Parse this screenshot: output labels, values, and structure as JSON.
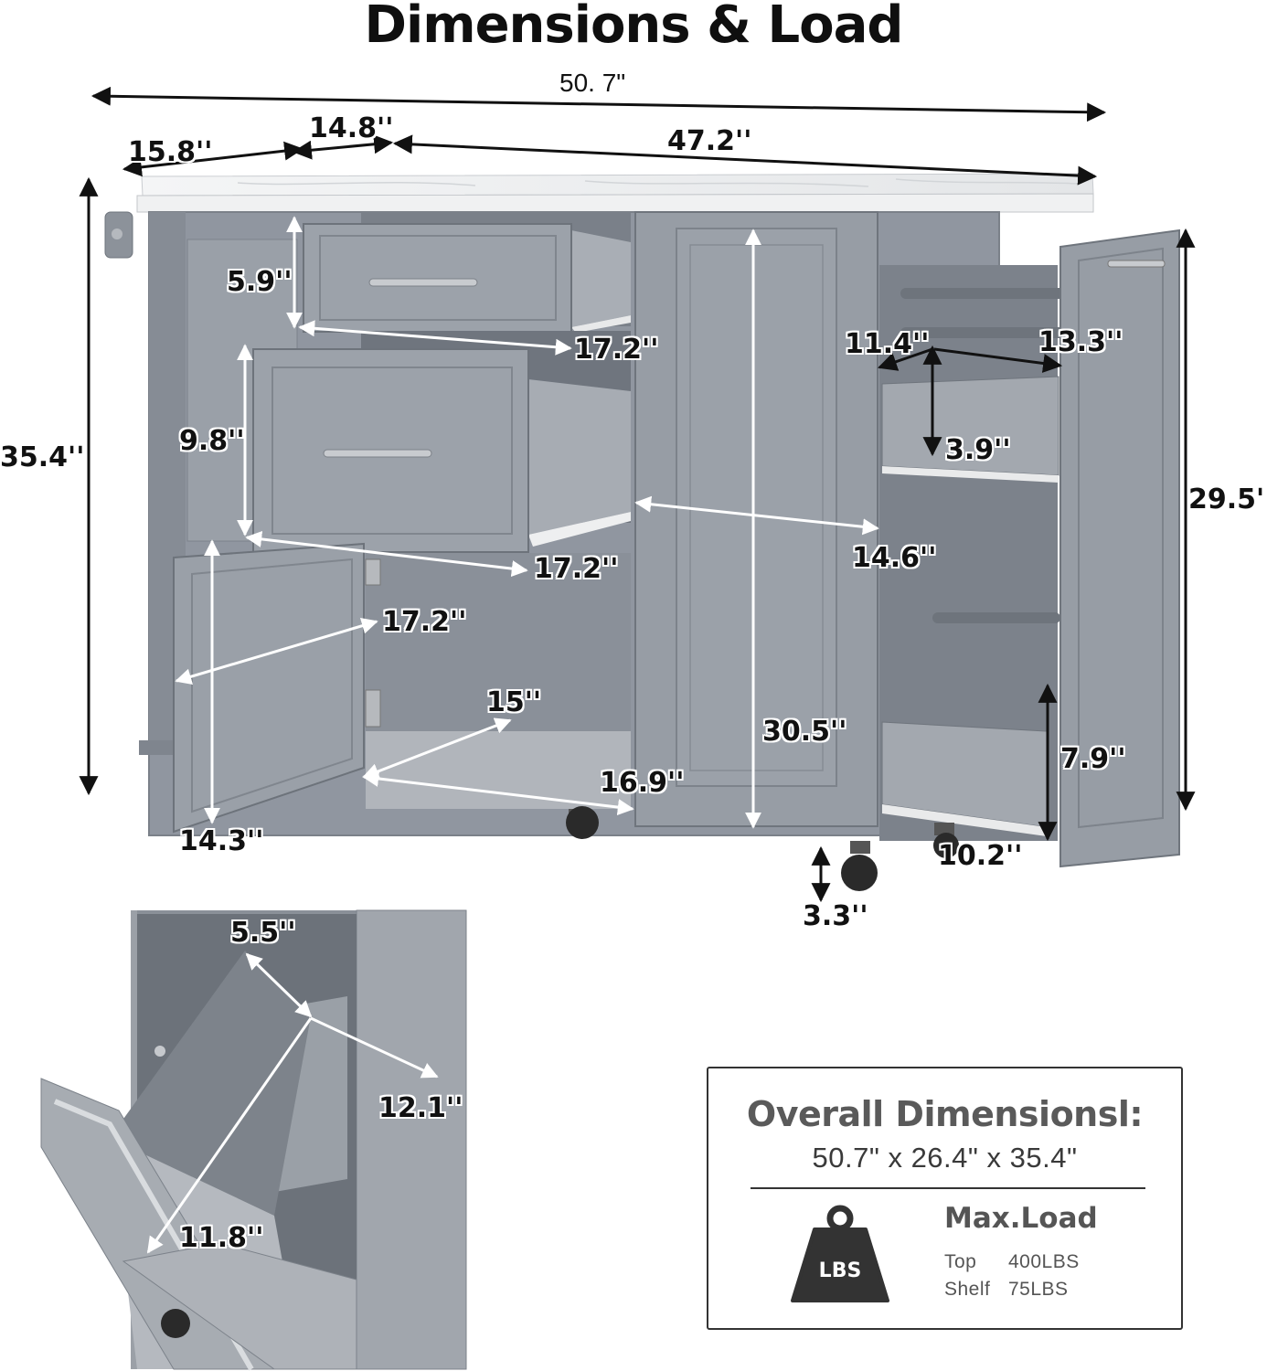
{
  "title": "Dimensions & Load",
  "dimensions": {
    "overall_width": "50. 7\"",
    "depth": "15.8''",
    "top_section_width": "14.8''",
    "top_main_width": "47.2''",
    "total_height": "35.4''",
    "top_drawer_height": "5.9''",
    "top_drawer_depth": "17.2''",
    "second_drawer_height": "9.8''",
    "second_drawer_depth": "17.2''",
    "cabinet_inner_depth": "17.2''",
    "door_height": "14.3''",
    "cabinet_diagonal": "15''",
    "cabinet_floor_width": "16.9''",
    "center_cabinet_height": "30.5''",
    "center_cabinet_depth": "14.6''",
    "spice_rack_depth": "11.4''",
    "spice_rack_width": "13.3''",
    "spice_rack_shelf_height": "3.9''",
    "side_panel_height": "29.5''",
    "lower_rack_height": "7.9''",
    "lower_rack_width": "10.2''",
    "caster_height": "3.3''",
    "bin_depth": "5.5''",
    "bin_width": "12.1''",
    "bin_height": "11.8''"
  },
  "info_box": {
    "heading": "Overall Dimensionsl:",
    "overall": "50.7\" x 26.4\" x 35.4\"",
    "weight_icon_label": "LBS",
    "max_load_title": "Max.Load",
    "loads": [
      {
        "label": "Top",
        "value": "400LBS"
      },
      {
        "label": "Shelf",
        "value": "75LBS"
      }
    ]
  },
  "colors": {
    "cabinet": "#8f959d",
    "cabinet_light": "#a8adb4",
    "countertop": "#eceeef",
    "text": "#111111",
    "box_heading": "#5a5a5a"
  }
}
